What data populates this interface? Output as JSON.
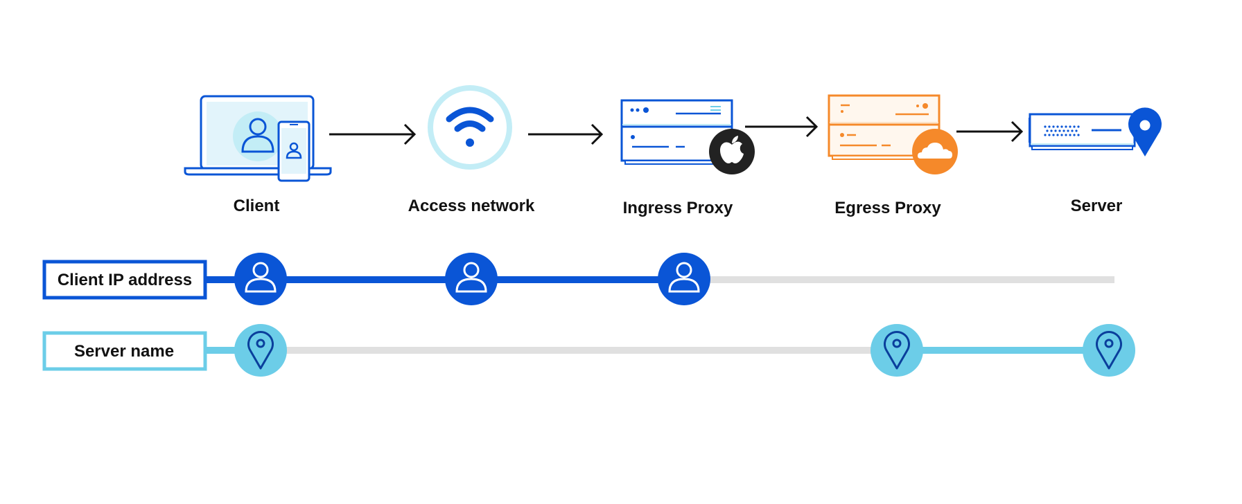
{
  "nodes": [
    {
      "id": "client",
      "label": "Client"
    },
    {
      "id": "access",
      "label": "Access network"
    },
    {
      "id": "ingress",
      "label": "Ingress Proxy"
    },
    {
      "id": "egress",
      "label": "Egress Proxy"
    },
    {
      "id": "server",
      "label": "Server"
    }
  ],
  "rows": [
    {
      "id": "client-ip",
      "label": "Client IP address",
      "icon": "user-icon",
      "visible_at": [
        "client",
        "access",
        "ingress"
      ]
    },
    {
      "id": "server-name",
      "label": "Server name",
      "icon": "map-pin-icon",
      "visible_at": [
        "client",
        "egress",
        "server"
      ]
    }
  ],
  "badges": {
    "ingress": "apple-logo-icon",
    "egress": "cloud-icon"
  },
  "colors": {
    "blue": "#0a55d6",
    "light_blue": "#6ccde8",
    "pale_blue": "#c3edf6",
    "orange": "#f5892a",
    "gray": "#e0e0e0",
    "black": "#111111"
  }
}
